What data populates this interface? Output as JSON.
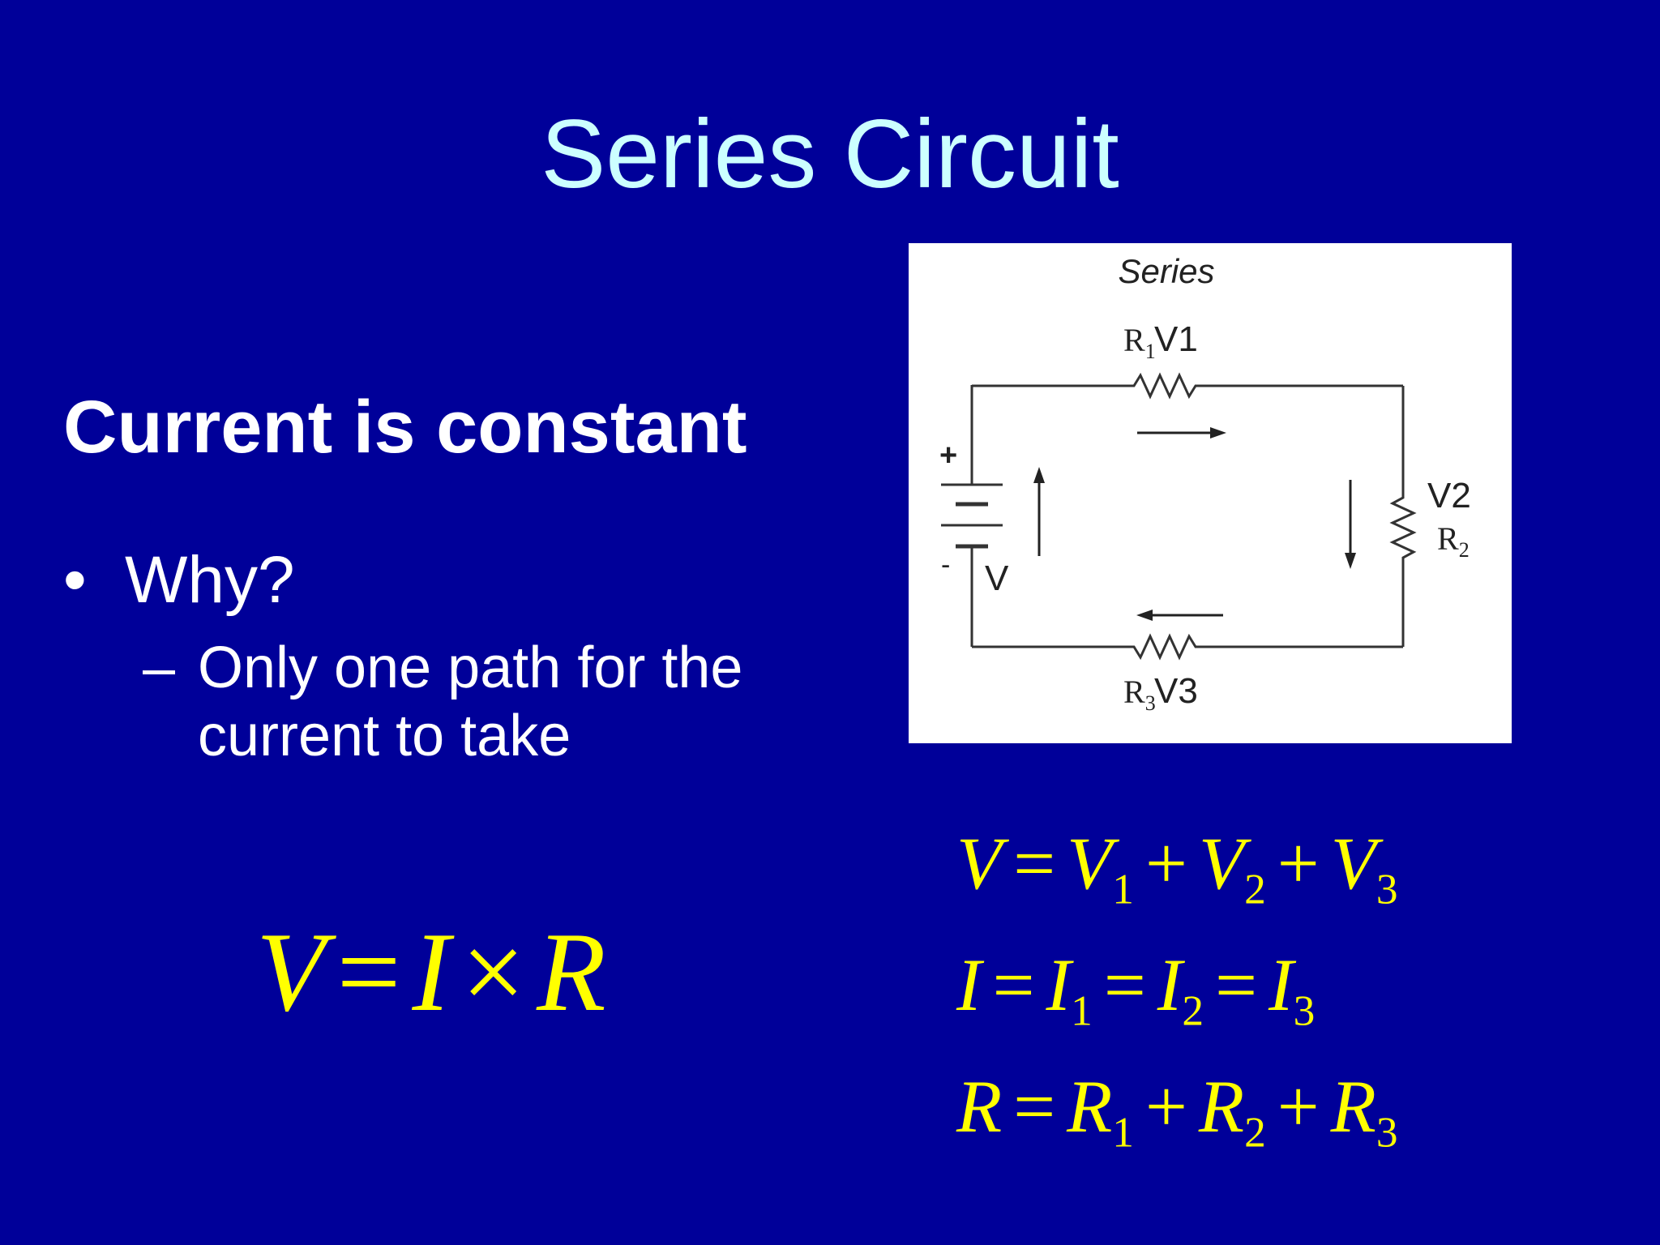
{
  "slide": {
    "title": "Series Circuit",
    "heading": "Current is constant",
    "bullet": {
      "marker": "•",
      "text": "Why?"
    },
    "sub_bullet": {
      "marker": "–",
      "text": "Only one path for the current to take"
    }
  },
  "diagram": {
    "title": "Series",
    "r1_label": "R",
    "r1_sub": "1",
    "v1_label": "V1",
    "v2_label": "V2",
    "r2_label": "R",
    "r2_sub": "2",
    "r3_label": "R",
    "r3_sub": "3",
    "v3_label": "V3",
    "plus": "+",
    "minus": "-",
    "source_label": "V"
  },
  "equations": {
    "main": {
      "v": "V",
      "eq": "=",
      "i": "I",
      "times": "×",
      "r": "R"
    },
    "voltage": {
      "lhs": "V",
      "eq": "=",
      "t1": "V",
      "s1": "1",
      "p1": "+",
      "t2": "V",
      "s2": "2",
      "p2": "+",
      "t3": "V",
      "s3": "3"
    },
    "current": {
      "lhs": "I",
      "eq": "=",
      "t1": "I",
      "s1": "1",
      "e2": "=",
      "t2": "I",
      "s2": "2",
      "e3": "=",
      "t3": "I",
      "s3": "3"
    },
    "resistance": {
      "lhs": "R",
      "eq": "=",
      "t1": "R",
      "s1": "1",
      "p1": "+",
      "t2": "R",
      "s2": "2",
      "p2": "+",
      "t3": "R",
      "s3": "3"
    }
  },
  "colors": {
    "background": "#000099",
    "title": "#ccffff",
    "text": "#ffffff",
    "equation": "#ffff00"
  }
}
